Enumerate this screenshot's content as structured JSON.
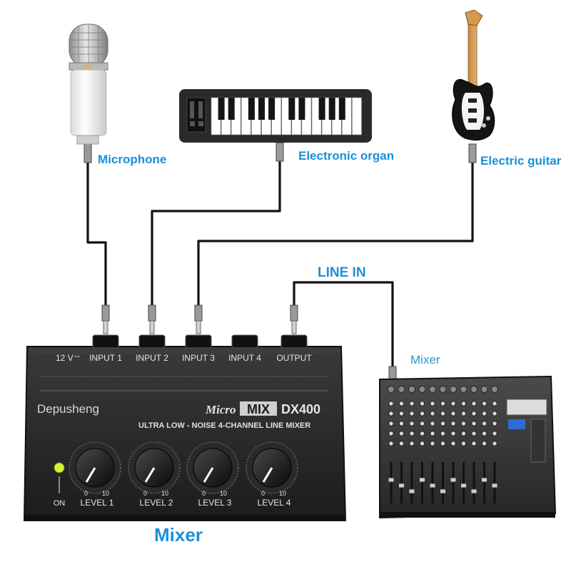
{
  "labels": {
    "microphone": "Microphone",
    "organ": "Electronic organ",
    "guitar": "Electric guitar",
    "line_in": "LINE IN",
    "mixer_console": "Mixer",
    "mixer_main": "Mixer"
  },
  "device": {
    "brand": "Depusheng",
    "logo_micro": "Micro",
    "logo_mix": "MIX",
    "model": "DX400",
    "subtitle": "ULTRA LOW - NOISE 4-CHANNEL LINE MIXER",
    "power_label": "12 V",
    "inputs": [
      "INPUT 1",
      "INPUT 2",
      "INPUT 3",
      "INPUT 4"
    ],
    "output": "OUTPUT",
    "on_label": "ON",
    "knob_min": "0",
    "knob_max": "10",
    "levels": [
      "LEVEL 1",
      "LEVEL 2",
      "LEVEL 3",
      "LEVEL 4"
    ]
  },
  "colors": {
    "label_blue": "#1a8fd6",
    "device_body": "#232323",
    "device_text": "#e6e6e6",
    "led": "#d8f23a",
    "cable": "#111111"
  },
  "icons": [
    "microphone-icon",
    "keyboard-icon",
    "guitar-icon",
    "mixing-console-icon"
  ]
}
